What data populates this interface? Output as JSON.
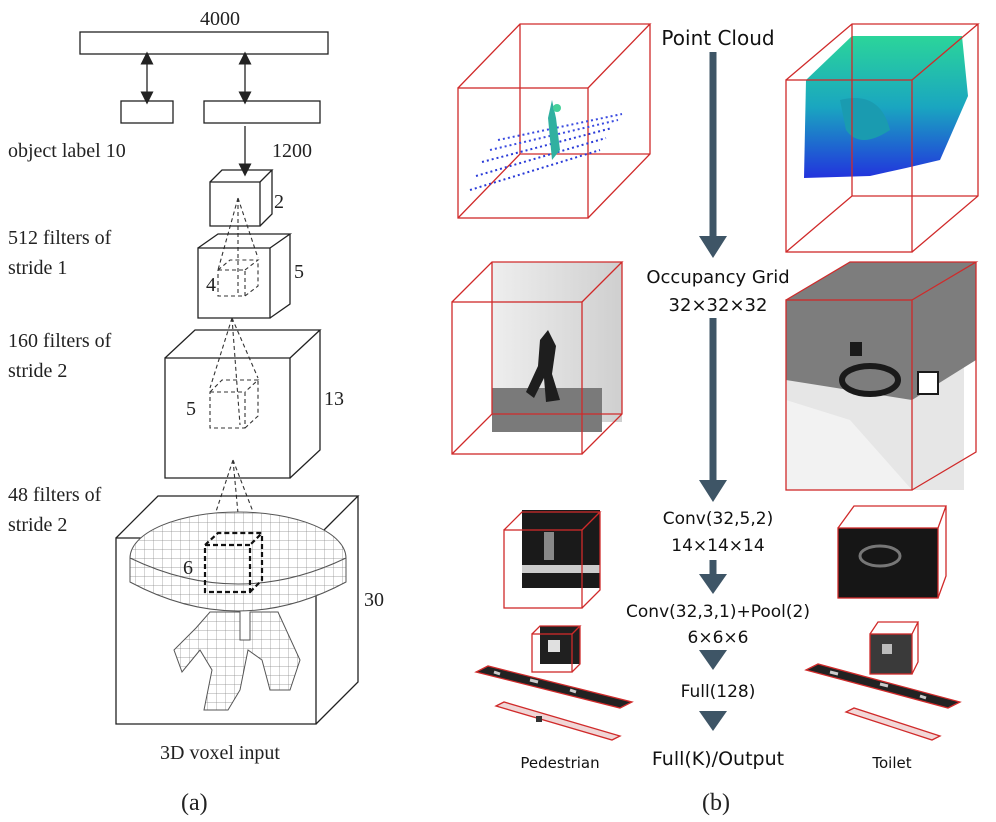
{
  "panel_a": {
    "top_size": "4000",
    "label_box": "object label 10",
    "hidden_size": "1200",
    "cube1_size": "2",
    "layer1_text_1": "512 filters of",
    "layer1_text_2": "stride 1",
    "cube2_kernel": "4",
    "cube2_size": "5",
    "layer2_text_1": "160 filters of",
    "layer2_text_2": "stride 2",
    "cube3_kernel": "5",
    "cube3_size": "13",
    "layer3_text_1": "48 filters of",
    "layer3_text_2": "stride 2",
    "input_kernel": "6",
    "input_size": "30",
    "input_caption": "3D voxel input",
    "caption": "(a)"
  },
  "panel_b": {
    "step_point_cloud": "Point Cloud",
    "step_grid_1": "Occupancy Grid",
    "step_grid_2": "32×32×32",
    "step_conv1_1": "Conv(32,5,2)",
    "step_conv1_2": "14×14×14",
    "step_conv2_1": "Conv(32,3,1)+Pool(2)",
    "step_conv2_2": "6×6×6",
    "step_full": "Full(128)",
    "step_output": "Full(K)/Output",
    "example_left": "Pedestrian",
    "example_right": "Toilet",
    "caption": "(b)",
    "colors": {
      "frame": "#d02a2a",
      "arrow": "#3e5566"
    }
  }
}
